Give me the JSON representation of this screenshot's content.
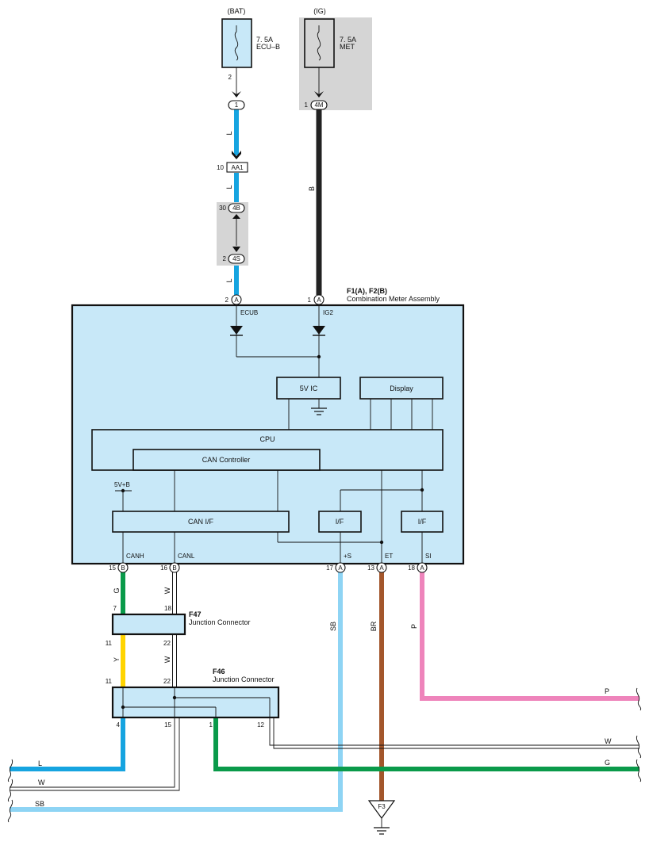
{
  "fuses": {
    "bat": {
      "supply": "(BAT)",
      "rating": "7. 5A",
      "name": "ECU–B",
      "pin": "2"
    },
    "ig": {
      "supply": "(IG)",
      "rating": "7. 5A",
      "name": "MET",
      "pin": "1"
    }
  },
  "connectors": {
    "c1": {
      "label": "1",
      "pin": ""
    },
    "aa1": {
      "label": "AA1",
      "pin": "10"
    },
    "c4b": {
      "label": "4B",
      "pin": "30"
    },
    "c4s": {
      "label": "4S",
      "pin": "2"
    },
    "c4m": {
      "label": "4M",
      "pin": "1"
    }
  },
  "meter": {
    "id": "F1(A), F2(B)",
    "title": "Combination Meter Assembly",
    "top_pins": [
      {
        "num": "2",
        "conn": "A",
        "name": "ECUB"
      },
      {
        "num": "1",
        "conn": "A",
        "name": "IG2"
      }
    ],
    "bottom_pins": [
      {
        "num": "15",
        "conn": "B",
        "name": "CANH"
      },
      {
        "num": "16",
        "conn": "B",
        "name": "CANL"
      },
      {
        "num": "17",
        "conn": "A",
        "name": "+S"
      },
      {
        "num": "13",
        "conn": "A",
        "name": "ET"
      },
      {
        "num": "18",
        "conn": "A",
        "name": "SI"
      }
    ],
    "blocks": {
      "ic": "5V IC",
      "display": "Display",
      "cpu": "CPU",
      "can_controller": "CAN Controller",
      "supply_label": "5V+B",
      "can_if": "CAN I/F",
      "if1": "I/F",
      "if2": "I/F"
    }
  },
  "f47": {
    "id": "F47",
    "title": "Junction Connector",
    "pins_top": [
      "7",
      "18"
    ],
    "pins_bottom": [
      "11",
      "22"
    ]
  },
  "f46": {
    "id": "F46",
    "title": "Junction Connector",
    "pins_top": [
      "11",
      "22"
    ],
    "pins_bottom": [
      "4",
      "15",
      "1",
      "12"
    ]
  },
  "ground": {
    "label": "F3"
  },
  "wire_colors": {
    "L": "#16a4e0",
    "B": "#222222",
    "G": "#0a9a4a",
    "W": "#ffffff",
    "Y": "#ffd400",
    "SB": "#8ed4f4",
    "BR": "#a3562b",
    "P": "#ee84bb"
  },
  "wire_labels": {
    "l1": "L",
    "l2": "L",
    "l3": "L",
    "b": "B",
    "g": "G",
    "w1": "W",
    "w2": "W",
    "y": "Y",
    "sb": "SB",
    "br": "BR",
    "p": "P"
  },
  "off_page_labels": {
    "p": "P",
    "w_right": "W",
    "g": "G",
    "l": "L",
    "w_left": "W",
    "sb": "SB"
  }
}
